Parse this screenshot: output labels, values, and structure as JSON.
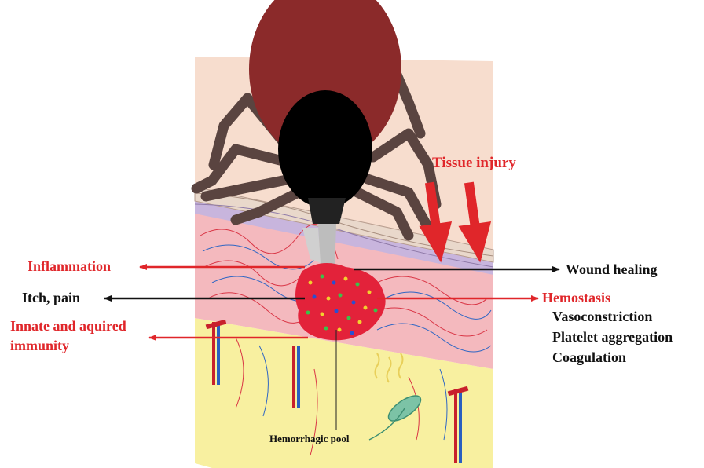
{
  "labels": {
    "tissue_injury": "Tissue injury",
    "inflammation": "Inflammation",
    "itch_pain": "Itch, pain",
    "innate_line1": "Innate and aquired",
    "innate_line2": "immunity",
    "wound_healing": "Wound healing",
    "hemostasis": "Hemostasis",
    "vasoconstriction": "Vasoconstriction",
    "platelet_aggregation": "Platelet aggregation",
    "coagulation": "Coagulation",
    "hemorrhagic_pool": "Hemorrhagic pool"
  },
  "colors": {
    "accent_red": "#e0262a",
    "text_black": "#111111",
    "tick_body": "#8b2a2a",
    "tick_scutum": "#000000",
    "tick_legs": "#5a4440",
    "skin_top": "#f6dccd",
    "epidermis": "#c9b6dc",
    "dermis": "#f3b8bd",
    "fat": "#f7ef9c",
    "blood_pool": "#e3223a"
  },
  "icons": [
    "tick-illustration",
    "skin-cross-section",
    "blood-vessel",
    "nerve"
  ]
}
